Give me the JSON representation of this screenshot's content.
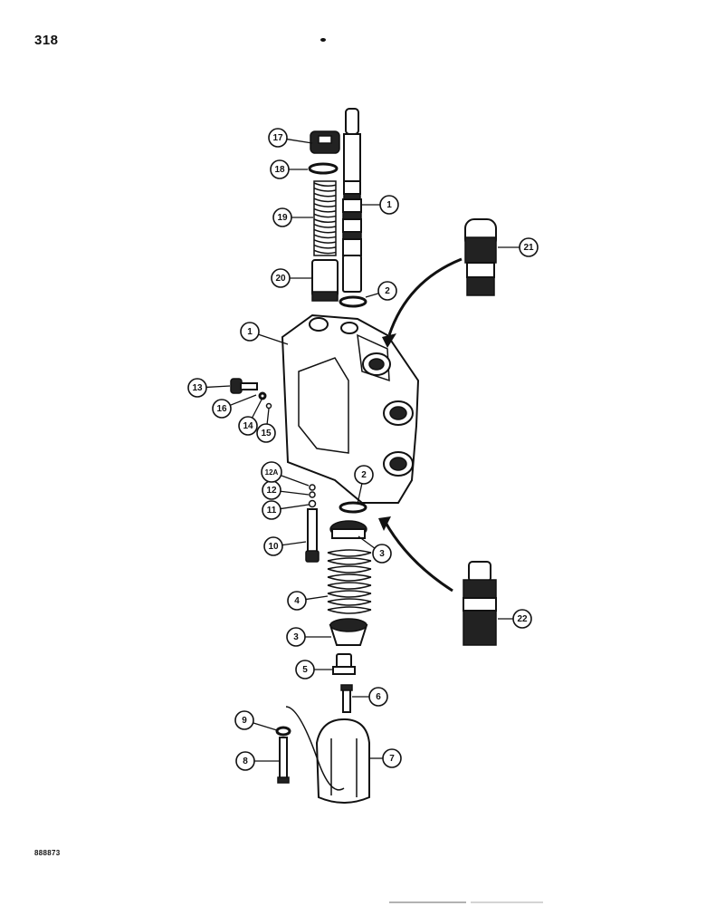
{
  "page": {
    "number": "318",
    "figure_code": "888873"
  },
  "callouts": [
    {
      "id": "1a",
      "label": "1"
    },
    {
      "id": "1b",
      "label": "1"
    },
    {
      "id": "2a",
      "label": "2"
    },
    {
      "id": "2b",
      "label": "2"
    },
    {
      "id": "3a",
      "label": "3"
    },
    {
      "id": "3b",
      "label": "3"
    },
    {
      "id": "4",
      "label": "4"
    },
    {
      "id": "5",
      "label": "5"
    },
    {
      "id": "6",
      "label": "6"
    },
    {
      "id": "7",
      "label": "7"
    },
    {
      "id": "8",
      "label": "8"
    },
    {
      "id": "9",
      "label": "9"
    },
    {
      "id": "10",
      "label": "10"
    },
    {
      "id": "11",
      "label": "11"
    },
    {
      "id": "12",
      "label": "12"
    },
    {
      "id": "12A",
      "label": "12A"
    },
    {
      "id": "13",
      "label": "13"
    },
    {
      "id": "14",
      "label": "14"
    },
    {
      "id": "15",
      "label": "15"
    },
    {
      "id": "16",
      "label": "16"
    },
    {
      "id": "17",
      "label": "17"
    },
    {
      "id": "18",
      "label": "18"
    },
    {
      "id": "19",
      "label": "19"
    },
    {
      "id": "20",
      "label": "20"
    },
    {
      "id": "21",
      "label": "21"
    },
    {
      "id": "22",
      "label": "22"
    }
  ]
}
